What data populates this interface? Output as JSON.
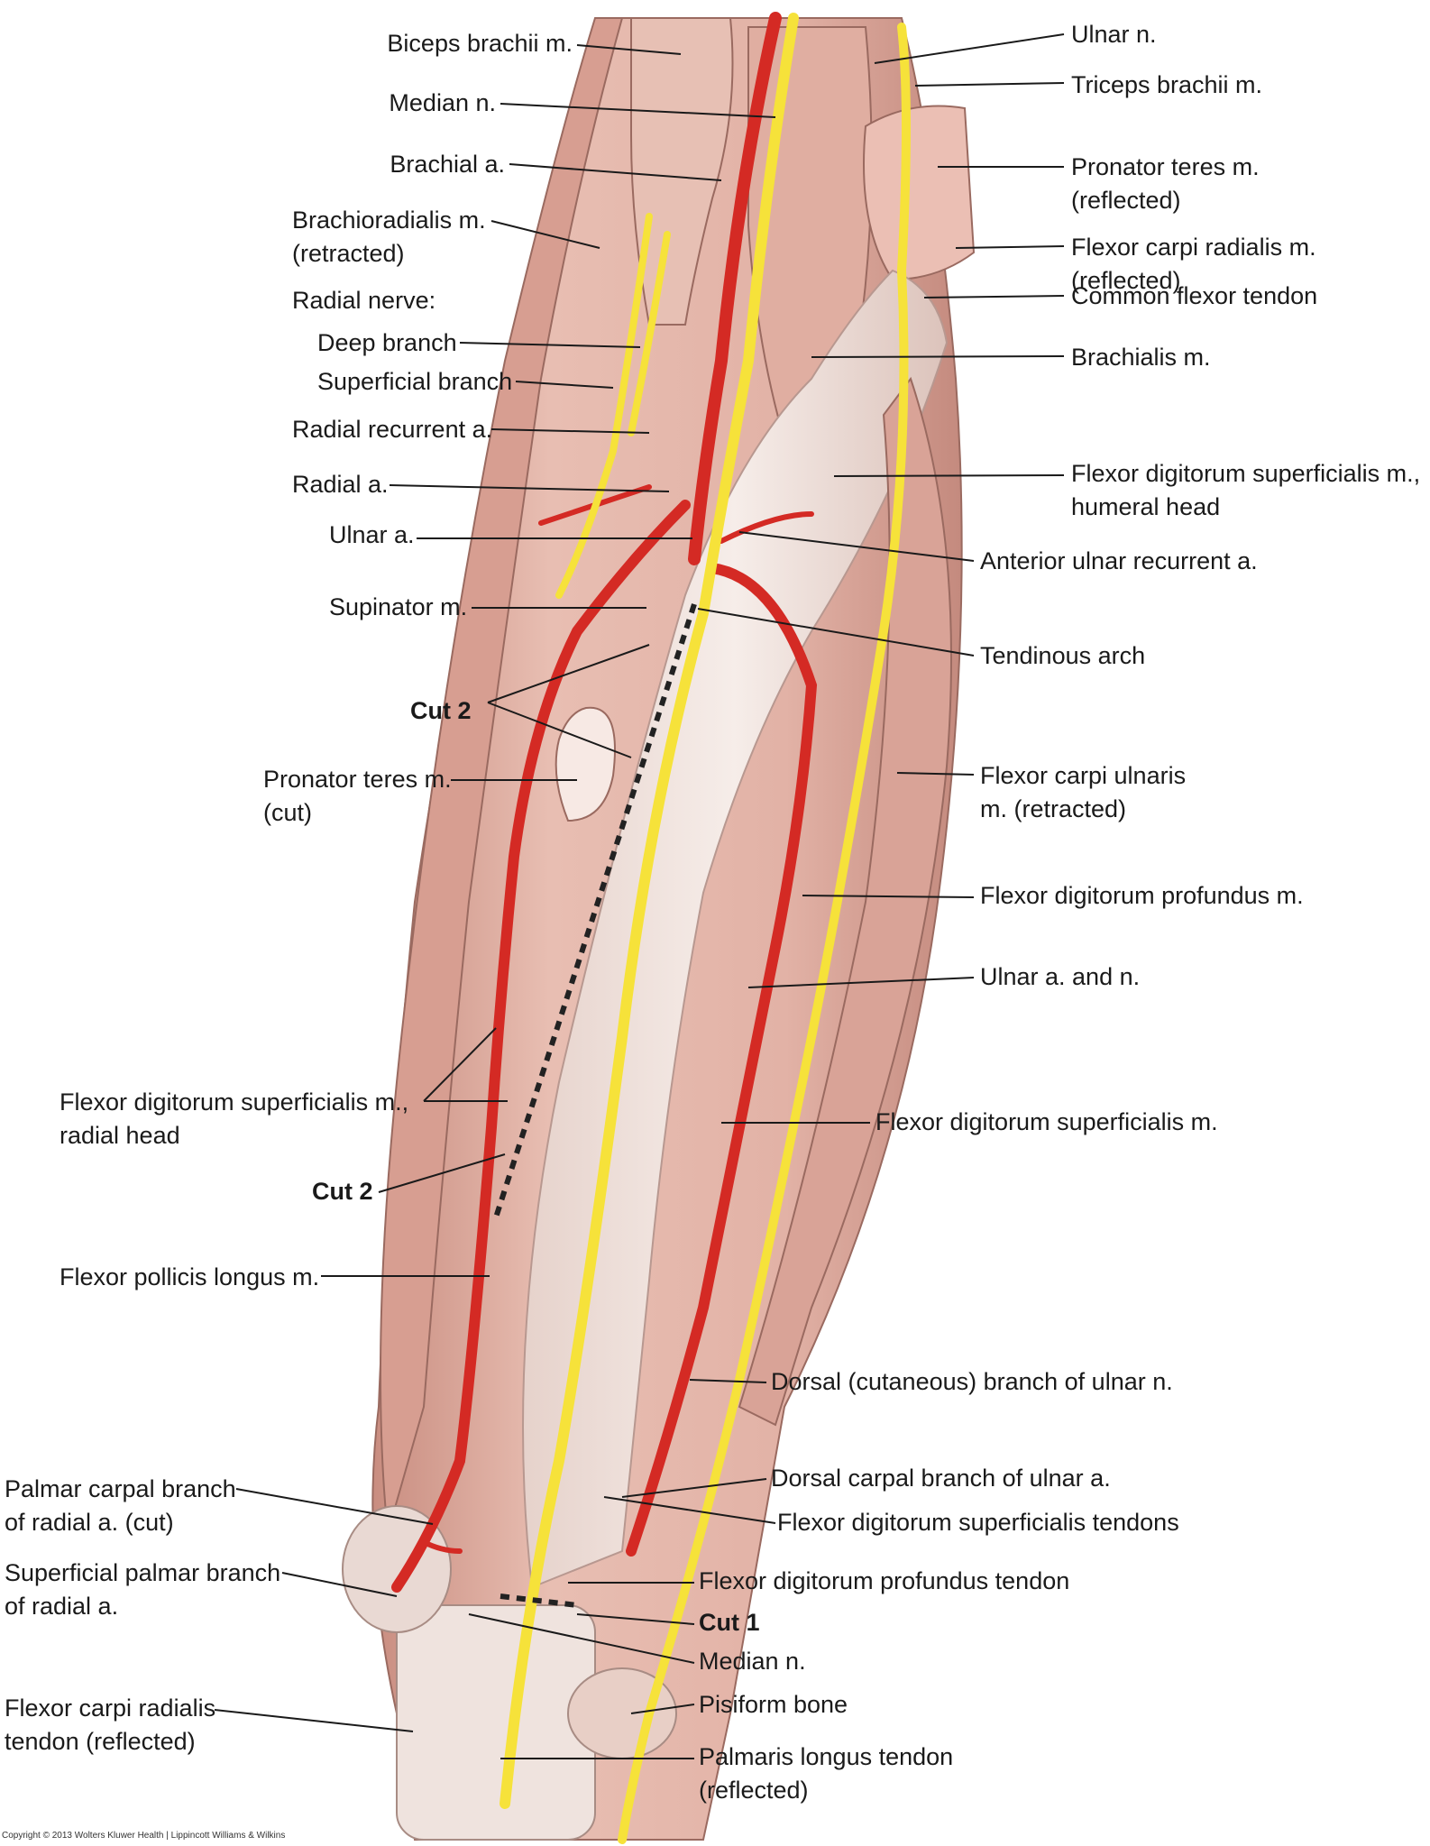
{
  "colors": {
    "muscle": "#e4b5a8",
    "muscle_dark": "#c98d80",
    "tendon": "#f1e5e0",
    "artery": "#d42a24",
    "nerve": "#f6e23a",
    "leader": "#1a1a1a"
  },
  "labels": {
    "biceps": "Biceps brachii m.",
    "median_n_top": "Median n.",
    "brachial_a": "Brachial a.",
    "brachioradialis": "Brachioradialis m.\n(retracted)",
    "radial_nerve": "Radial nerve:",
    "deep_branch": "Deep branch",
    "superficial_branch": "Superficial branch",
    "radial_recurrent": "Radial recurrent a.",
    "radial_a": "Radial a.",
    "ulnar_a": "Ulnar a.",
    "supinator": "Supinator m.",
    "cut2_top": "Cut 2",
    "pronator_cut": "Pronator teres m.\n(cut)",
    "fds_radial_head": "Flexor digitorum superficialis m.,\nradial head",
    "cut2_bottom": "Cut 2",
    "fpl": "Flexor pollicis longus m.",
    "palmar_carpal": "Palmar carpal branch\nof radial a. (cut)",
    "superficial_palmar": "Superficial palmar branch\nof radial a.",
    "fcr_tendon": "Flexor carpi radialis\ntendon (reflected)",
    "ulnar_n": "Ulnar n.",
    "triceps": "Triceps brachii m.",
    "pronator_reflected": "Pronator teres m.\n(reflected)",
    "fcr_reflected": "Flexor carpi radialis m. (reflected)",
    "common_flexor": "Common flexor tendon",
    "brachialis": "Brachialis m.",
    "fds_humeral": "Flexor digitorum superficialis m.,\nhumeral head",
    "ant_ulnar_recurrent": "Anterior ulnar recurrent a.",
    "tendinous_arch": "Tendinous arch",
    "fcu": "Flexor carpi ulnaris\nm. (retracted)",
    "fdp": "Flexor digitorum profundus m.",
    "ulnar_a_n": "Ulnar a. and n.",
    "fds": "Flexor digitorum superficialis m.",
    "dorsal_cutaneous": "Dorsal (cutaneous) branch of ulnar n.",
    "dorsal_carpal": "Dorsal carpal branch of ulnar a.",
    "fds_tendons": "Flexor digitorum superficialis tendons",
    "fdp_tendon": "Flexor digitorum profundus tendon",
    "cut1": "Cut 1",
    "median_n_bottom": "Median n.",
    "pisiform": "Pisiform bone",
    "palmaris": "Palmaris longus tendon\n(reflected)"
  },
  "copyright": "Copyright © 2013 Wolters Kluwer Health | Lippincott Williams & Wilkins"
}
